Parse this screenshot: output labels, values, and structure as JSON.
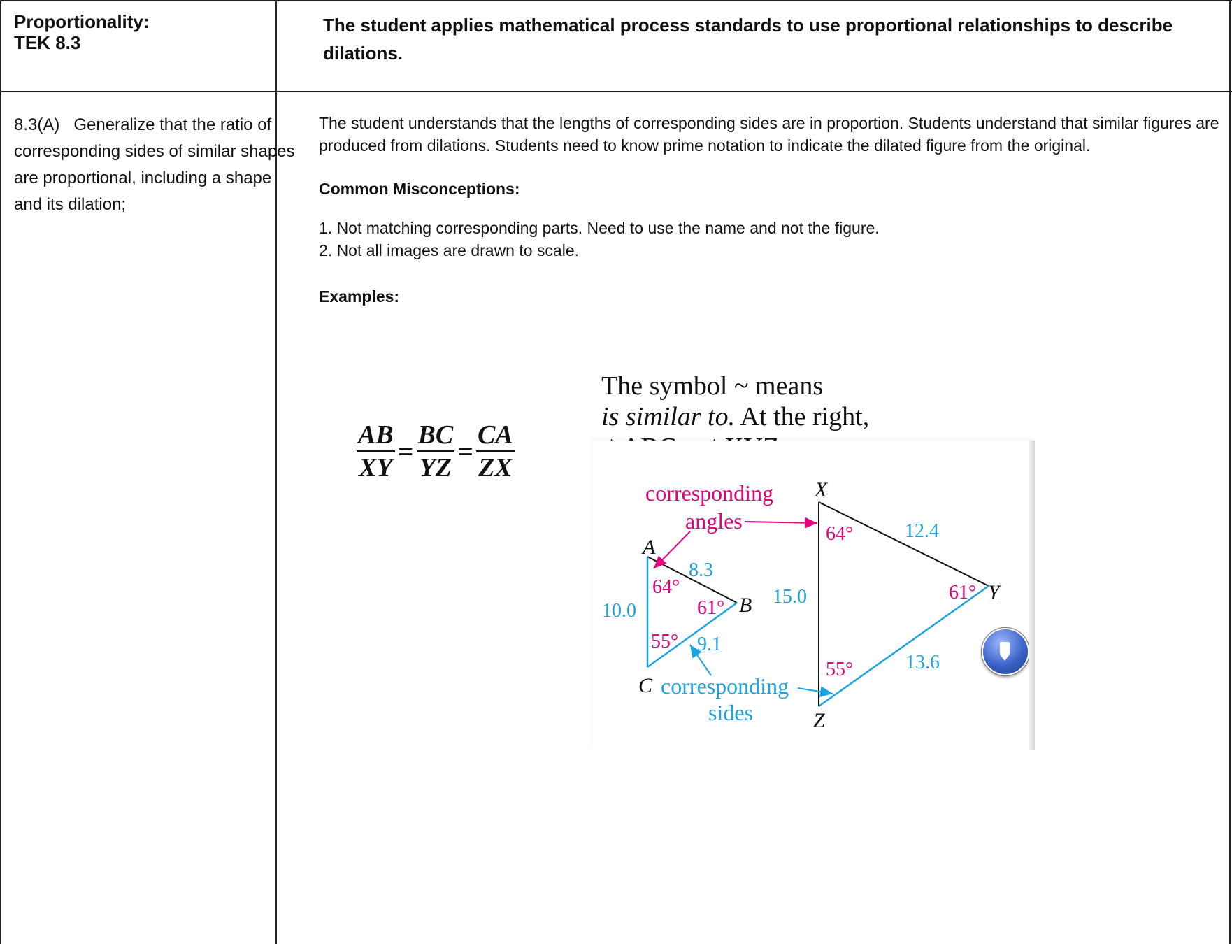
{
  "header": {
    "left_title": "Proportionality:",
    "left_code": "TEK 8.3",
    "right_text": "The student applies mathematical process standards to use proportional relationships to describe dilations."
  },
  "standard": {
    "code": "8.3(A)",
    "text": "Generalize that the ratio of corresponding sides of similar shapes are proportional, including a shape and its dilation;"
  },
  "content": {
    "description": "The student understands that the lengths of corresponding sides are in proportion. Students understand that similar figures are produced from dilations. Students need to know prime notation to indicate the dilated figure from the original.",
    "misconceptions_heading": "Common Misconceptions:",
    "misconceptions": [
      "1. Not matching corresponding parts. Need to use the name and not the figure.",
      "2.  Not all images are drawn to scale."
    ],
    "examples_heading": "Examples:"
  },
  "example": {
    "ratio": {
      "f1_num": "AB",
      "f1_den": "XY",
      "f2_num": "BC",
      "f2_den": "YZ",
      "f3_num": "CA",
      "f3_den": "ZX",
      "eq": "="
    },
    "note": {
      "line1": "The symbol ~ means",
      "line2_italic": "is similar to.",
      "line2_rest": " At the right,",
      "line3": "△ABC ~ △XYZ."
    },
    "diagram": {
      "label_corresponding": "corresponding",
      "label_angles": "angles",
      "label_sides_corresponding": "corresponding",
      "label_sides": "sides",
      "vertex_A": "A",
      "vertex_B": "B",
      "vertex_C": "C",
      "vertex_X": "X",
      "vertex_Y": "Y",
      "vertex_Z": "Z",
      "side_AB": "8.3",
      "side_AC": "10.0",
      "side_BC": "9.1",
      "side_XY": "12.4",
      "side_XZ": "15.0",
      "side_YZ": "13.6",
      "angle_A": "64°",
      "angle_B": "61°",
      "angle_C": "55°",
      "angle_X": "64°",
      "angle_Y": "61°",
      "angle_Z": "55°",
      "colors": {
        "angle_pink": "#e6007e",
        "side_cyan": "#1ca3e0",
        "triangle_black": "#111111"
      }
    },
    "icon": "pencil-scroll-icon"
  }
}
